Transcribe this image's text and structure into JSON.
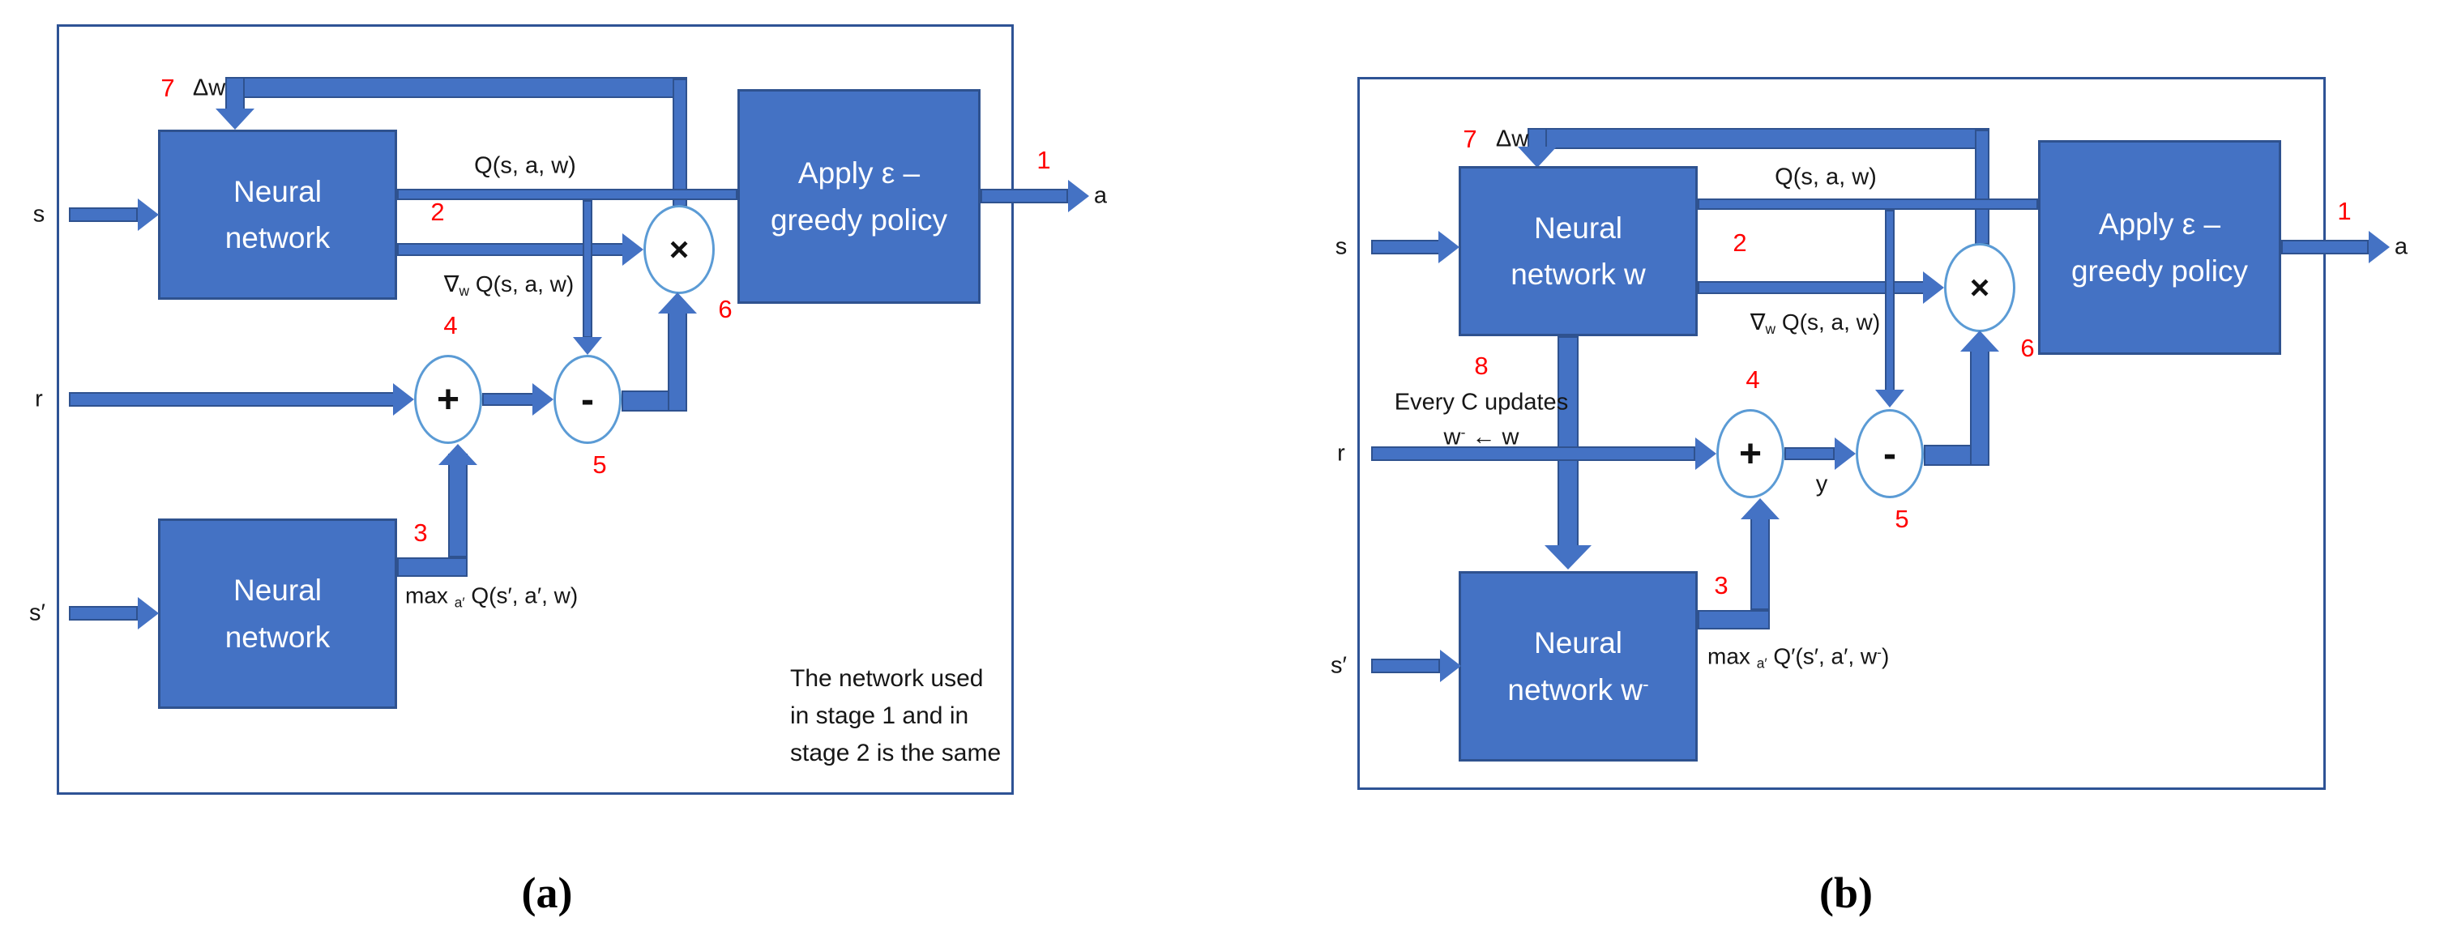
{
  "colors": {
    "box_fill": "#4472C4",
    "box_border": "#2F528F",
    "arrow_fill": "#4472C4",
    "arrow_border": "#2F528F",
    "node_circle_border": "#5B9BD5",
    "step_number_red": "#FF0000",
    "outer_border": "#2E5395",
    "box_text": "#FFFFFF",
    "label_text": "#161616"
  },
  "diagram_a": {
    "caption": "(a)",
    "boxes": {
      "nn_top": {
        "l1": "Neural",
        "l2": "network"
      },
      "nn_bottom": {
        "l1": "Neural",
        "l2": "network"
      },
      "policy": {
        "l1": "Apply ε –",
        "l2": "greedy policy"
      }
    },
    "nodes": {
      "times": "×",
      "plus": "+",
      "minus": "-"
    },
    "steps": {
      "n1": "1",
      "n2": "2",
      "n3": "3",
      "n4": "4",
      "n5": "5",
      "n6": "6",
      "n7": "7"
    },
    "labels": {
      "s": "s",
      "r": "r",
      "s_prime": "s′",
      "a": "a",
      "delta_w": "Δw",
      "q": "Q(s, a, w)",
      "grad": {
        "nabla": "∇",
        "sub": "w",
        "rest": " Q(s, a, w)"
      },
      "max_q": {
        "prefix": "max ",
        "sub": "a′",
        "rest": " Q(s′, a′, w)"
      }
    },
    "note": {
      "l1": "The network used",
      "l2": "in stage 1 and in",
      "l3": "stage 2 is the same"
    }
  },
  "diagram_b": {
    "caption": "(b)",
    "boxes": {
      "nn_top": {
        "l1": "Neural",
        "l2": "network w"
      },
      "nn_bottom": {
        "l1": "Neural",
        "l2_prefix": "network w",
        "l2_sup": "-"
      },
      "policy": {
        "l1": "Apply ε –",
        "l2": "greedy policy"
      }
    },
    "nodes": {
      "times": "×",
      "plus": "+",
      "minus": "-"
    },
    "steps": {
      "n1": "1",
      "n2": "2",
      "n3": "3",
      "n4": "4",
      "n5": "5",
      "n6": "6",
      "n7": "7",
      "n8": "8"
    },
    "labels": {
      "s": "s",
      "r": "r",
      "s_prime": "s′",
      "a": "a",
      "delta_w": "Δw",
      "q": "Q(s, a, w)",
      "grad": {
        "nabla": "∇",
        "sub": "w",
        "rest": " Q(s, a, w)"
      },
      "y": "y",
      "every_c": "Every C updates",
      "rule": {
        "w": "w",
        "sup": "-",
        "rest": " ← w"
      },
      "max_q": {
        "prefix": "max ",
        "sub": "a′",
        "mid": " Q′(s′, a′, w",
        "sup": "-",
        "end": ")"
      }
    }
  }
}
